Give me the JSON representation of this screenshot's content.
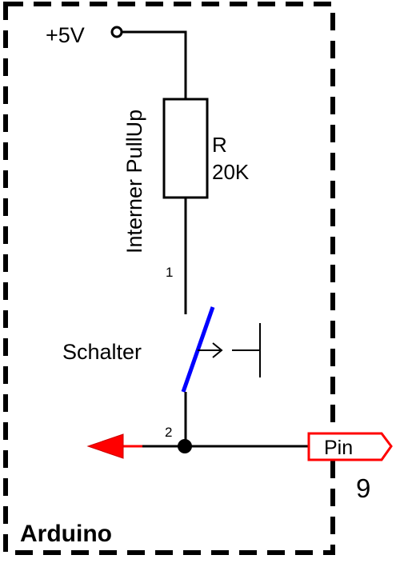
{
  "supply_label": "+5V",
  "pullup_label": "Interner PullUp",
  "resistor": {
    "name": "R",
    "value": "20K"
  },
  "switch": {
    "label": "Schalter",
    "terminal_1": "1",
    "terminal_2": "2"
  },
  "pin": {
    "label": "Pin",
    "number": "9"
  },
  "board_label": "Arduino",
  "colors": {
    "switch_blade": "#0000ff",
    "arrow": "#ff0000",
    "pin_outline": "#ff0000",
    "wire": "#000000"
  }
}
